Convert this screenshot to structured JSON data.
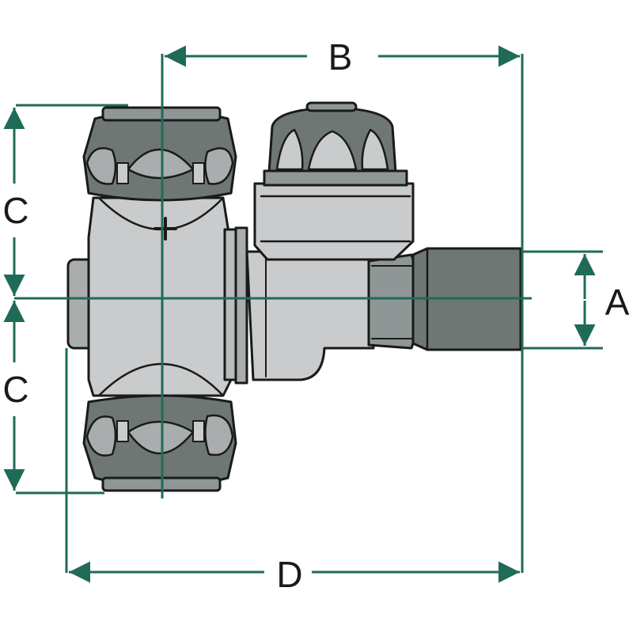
{
  "colors": {
    "dimension": "#1f6b57",
    "outline": "#1a1a1a",
    "body_light": "#c9cbcc",
    "body_mid": "#a9adae",
    "nut_dark": "#6f7775",
    "background": "#ffffff"
  },
  "dimensions": {
    "a": "A",
    "b": "B",
    "c_top": "C",
    "c_bottom": "C",
    "d": "D"
  }
}
